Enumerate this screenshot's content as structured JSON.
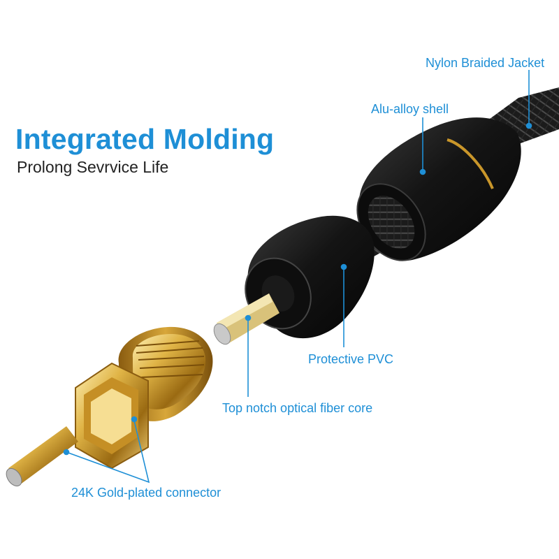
{
  "headline": {
    "title": "Integrated Molding",
    "subtitle": "Prolong Sevrvice Life"
  },
  "callouts": {
    "nylon_jacket": "Nylon Braided Jacket",
    "alu_shell": "Alu-alloy shell",
    "protective_pvc": "Protective PVC",
    "fiber_core": "Top notch optical fiber core",
    "gold_connector": "24K Gold-plated connector"
  },
  "colors": {
    "accent": "#1e8fd6",
    "gold": "#d4a43a",
    "black_shell": "#1a1a1a"
  }
}
